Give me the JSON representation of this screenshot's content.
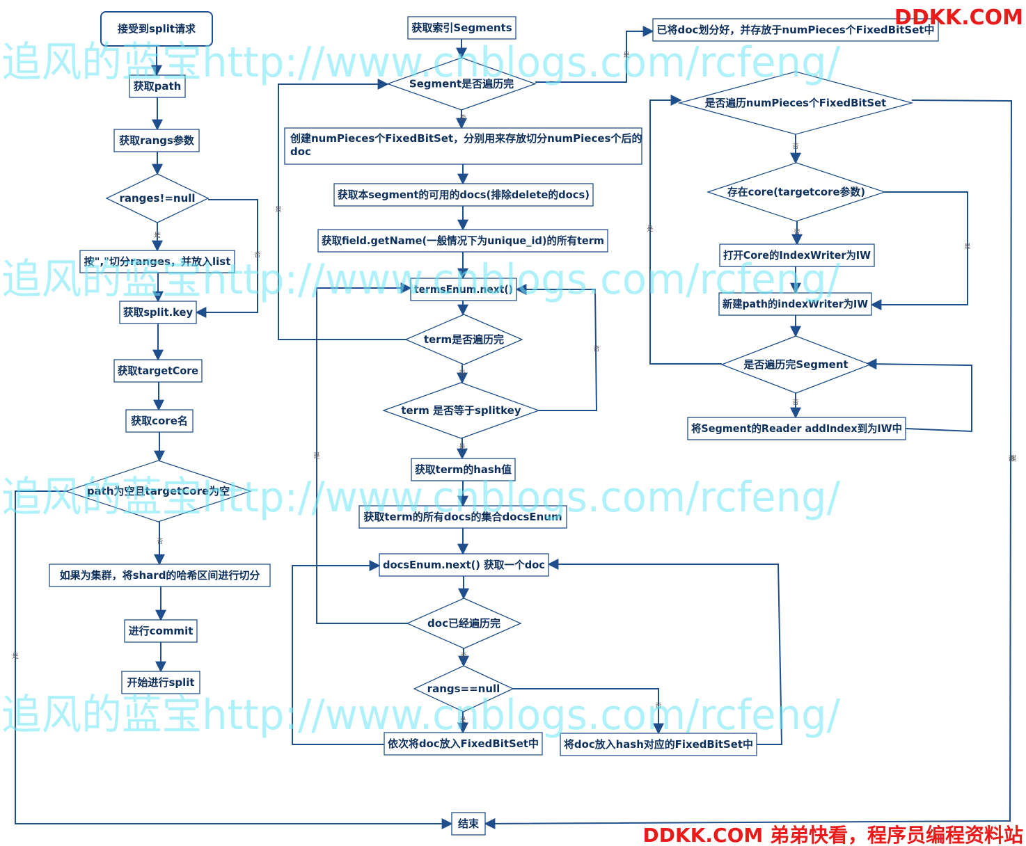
{
  "colors": {
    "stroke": "#1f4e8c",
    "text": "#0d2f5c",
    "watermark": "#6fe7f7",
    "brand": "#e81a1a"
  },
  "watermark": {
    "text": "追风的蓝宝http://www.cnblogs.com/rcfeng/"
  },
  "brand": {
    "top": "DDKK.COM",
    "footer": "DDKK.COM 弟弟快看，程序员编程资料站"
  },
  "nodes": [
    {
      "id": "start",
      "text": "接受到split请求"
    },
    {
      "id": "get_path",
      "text": "获取path"
    },
    {
      "id": "get_rangs",
      "text": "获取rangs参数"
    },
    {
      "id": "ranges_not_null",
      "text": "ranges!=null"
    },
    {
      "id": "split_ranges",
      "text": "按\",\"切分ranges，并放入list"
    },
    {
      "id": "get_split_key",
      "text": "获取split.key"
    },
    {
      "id": "get_target_core",
      "text": "获取targetCore"
    },
    {
      "id": "get_core_name",
      "text": "获取core名"
    },
    {
      "id": "path_empty",
      "text": "path为空且targetCore为空"
    },
    {
      "id": "cluster_shard",
      "text": "如果为集群，将shard的哈希区间进行切分"
    },
    {
      "id": "commit",
      "text": "进行commit"
    },
    {
      "id": "start_split",
      "text": "开始进行split"
    },
    {
      "id": "get_segments",
      "text": "获取索引Segments"
    },
    {
      "id": "segment_done",
      "text": "Segment是否遍历完"
    },
    {
      "id": "create_bitsets_1",
      "text": "创建numPieces个FixedBitSet，分别用来存放切分numPieces个后的"
    },
    {
      "id": "create_bitsets_2",
      "text": "doc"
    },
    {
      "id": "get_live_docs",
      "text": "获取本segment的可用的docs(排除delete的docs)"
    },
    {
      "id": "get_terms",
      "text": "获取field.getName(一般情况下为unique_id)的所有term"
    },
    {
      "id": "terms_next",
      "text": "termsEnum.next()"
    },
    {
      "id": "term_done",
      "text": "term是否遍历完"
    },
    {
      "id": "term_eq_key",
      "text": "term 是否等于splitkey"
    },
    {
      "id": "term_hash",
      "text": "获取term的hash值"
    },
    {
      "id": "get_docs_enum",
      "text": "获取term的所有docs的集合docsEnum"
    },
    {
      "id": "docs_next",
      "text": "docsEnum.next() 获取一个doc"
    },
    {
      "id": "doc_done",
      "text": "doc已经遍历完"
    },
    {
      "id": "rangs_null",
      "text": "rangs==null"
    },
    {
      "id": "put_in_order",
      "text": "依次将doc放入FixedBitSet中"
    },
    {
      "id": "put_by_hash",
      "text": "将doc放入hash对应的FixedBitSet中"
    },
    {
      "id": "end",
      "text": "结束"
    },
    {
      "id": "docs_divided",
      "text": "已将doc划分好，并存放于numPieces个FixedBitSet中"
    },
    {
      "id": "pieces_done",
      "text": "是否遍历numPieces个FixedBitSet"
    },
    {
      "id": "core_exists",
      "text": "存在core(targetcore参数)"
    },
    {
      "id": "open_core_writer",
      "text": "打开Core的IndexWriter为IW"
    },
    {
      "id": "new_path_writer",
      "text": "新建path的indexWriter为IW"
    },
    {
      "id": "segment_done_2",
      "text": "是否遍历完Segment"
    },
    {
      "id": "add_index",
      "text": "将Segment的Reader addIndex到为IW中"
    }
  ],
  "edge_labels": [
    {
      "id": "l1",
      "text": "是"
    },
    {
      "id": "l2",
      "text": "否"
    },
    {
      "id": "l3",
      "text": "否"
    },
    {
      "id": "l4",
      "text": "是"
    },
    {
      "id": "l5",
      "text": "否"
    },
    {
      "id": "l6",
      "text": "是"
    },
    {
      "id": "l7",
      "text": "否"
    },
    {
      "id": "l8",
      "text": "否"
    },
    {
      "id": "l9",
      "text": "是"
    },
    {
      "id": "l10",
      "text": "否"
    },
    {
      "id": "l11",
      "text": "是"
    },
    {
      "id": "l12",
      "text": "否"
    },
    {
      "id": "l13",
      "text": "是"
    },
    {
      "id": "l14",
      "text": "否"
    },
    {
      "id": "l15",
      "text": "是"
    },
    {
      "id": "l16",
      "text": "否"
    },
    {
      "id": "l17",
      "text": "是"
    },
    {
      "id": "l18",
      "text": "否"
    },
    {
      "id": "l19",
      "text": "是"
    },
    {
      "id": "l20",
      "text": "否"
    },
    {
      "id": "l21",
      "text": "是"
    },
    {
      "id": "l22",
      "text": "是"
    }
  ]
}
